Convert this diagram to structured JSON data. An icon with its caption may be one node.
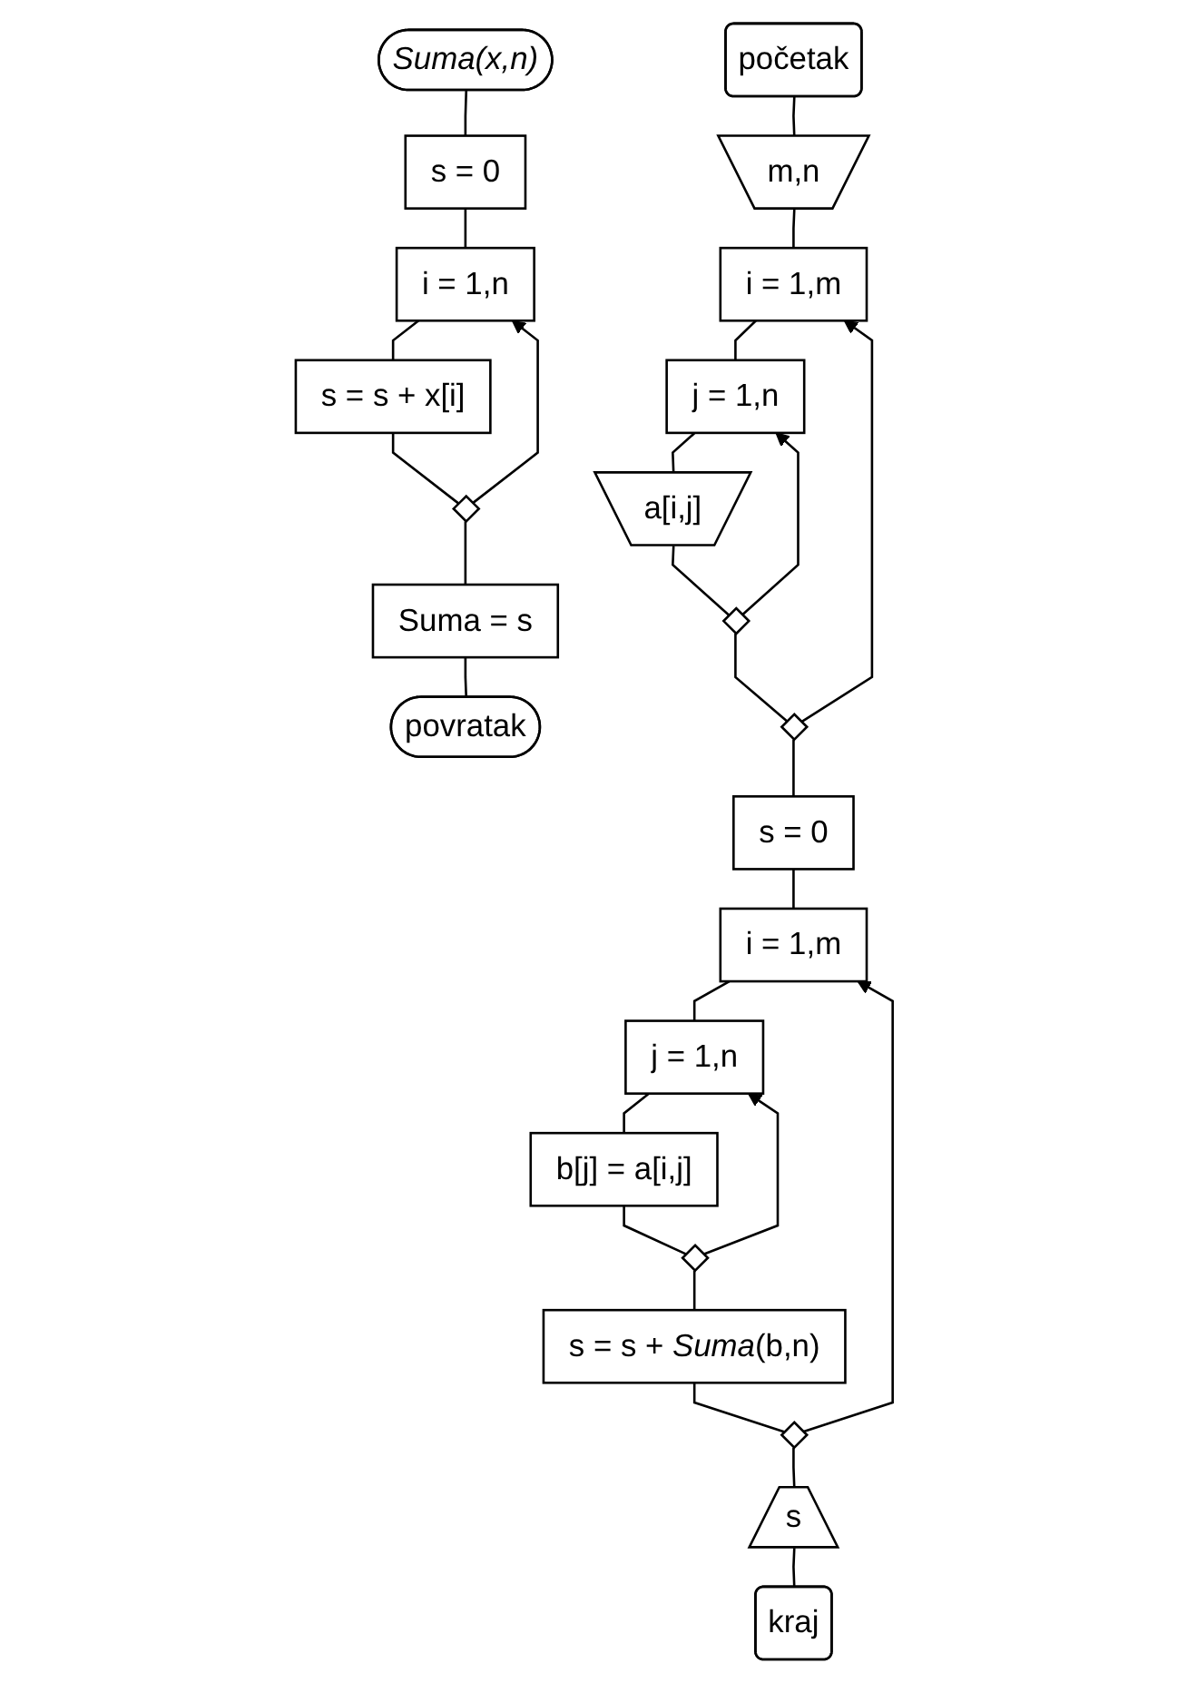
{
  "diagram": {
    "nodes": [
      {
        "text": [
          "Suma(x,n)"
        ]
      },
      {
        "text": [
          "s = 0"
        ]
      },
      {
        "text": [
          "i = 1,n"
        ]
      },
      {
        "text": [
          "s = s + x[i]"
        ]
      },
      {
        "text": [],
        "shape": "diamond"
      },
      {
        "text": [
          "Suma = s"
        ]
      },
      {
        "text": [
          "povratak"
        ]
      },
      {
        "text": [
          "početak"
        ]
      },
      {
        "text": [
          "m,n"
        ]
      },
      {
        "text": [
          "i = 1,m"
        ]
      },
      {
        "text": [
          "j = 1,n"
        ]
      },
      {
        "text": [
          "a[i,j]"
        ]
      },
      {
        "text": [],
        "shape": "diamond"
      },
      {
        "text": [],
        "shape": "diamond"
      },
      {
        "text": [
          "s = 0"
        ]
      },
      {
        "text": [
          "i = 1,m"
        ]
      },
      {
        "text": [
          "j = 1,n"
        ]
      },
      {
        "text": [
          "b[j] = a[i,j]"
        ]
      },
      {
        "text": [],
        "shape": "diamond"
      },
      {
        "text": [
          "s = s + *Suma*(b,n)"
        ]
      },
      {
        "text": [],
        "shape": "diamond"
      },
      {
        "text": [
          "s"
        ]
      },
      {
        "text": [
          "kraj"
        ]
      }
    ],
    "edges": [
      {
        "from": 0,
        "to": 1,
        "arrow": "none"
      },
      {
        "from": 1,
        "to": 2,
        "arrow": "none"
      },
      {
        "from": 2,
        "to": 3,
        "arrow": "none"
      },
      {
        "from": 3,
        "to": 4,
        "arrow": "none"
      },
      {
        "from": 4,
        "to": 2,
        "arrow": "to"
      },
      {
        "from": 4,
        "to": 5,
        "arrow": "none"
      },
      {
        "from": 5,
        "to": 6,
        "arrow": "none"
      },
      {
        "from": 7,
        "to": 8,
        "arrow": "none"
      },
      {
        "from": 8,
        "to": 9,
        "arrow": "none"
      },
      {
        "from": 9,
        "to": 10,
        "arrow": "none"
      },
      {
        "from": 10,
        "to": 11,
        "arrow": "none"
      },
      {
        "from": 11,
        "to": 12,
        "arrow": "none"
      },
      {
        "from": 12,
        "to": 10,
        "arrow": "to"
      },
      {
        "from": 12,
        "to": 13,
        "arrow": "none"
      },
      {
        "from": 13,
        "to": 9,
        "arrow": "to"
      },
      {
        "from": 13,
        "to": 14,
        "arrow": "none"
      },
      {
        "from": 14,
        "to": 15,
        "arrow": "none"
      },
      {
        "from": 15,
        "to": 16,
        "arrow": "none"
      },
      {
        "from": 16,
        "to": 17,
        "arrow": "none"
      },
      {
        "from": 17,
        "to": 18,
        "arrow": "none"
      },
      {
        "from": 18,
        "to": 16,
        "arrow": "to"
      },
      {
        "from": 18,
        "to": 19,
        "arrow": "none"
      },
      {
        "from": 19,
        "to": 20,
        "arrow": "none"
      },
      {
        "from": 20,
        "to": 15,
        "arrow": "to"
      },
      {
        "from": 20,
        "to": 21,
        "arrow": "none"
      },
      {
        "from": 21,
        "to": 22,
        "arrow": "none"
      }
    ]
  }
}
